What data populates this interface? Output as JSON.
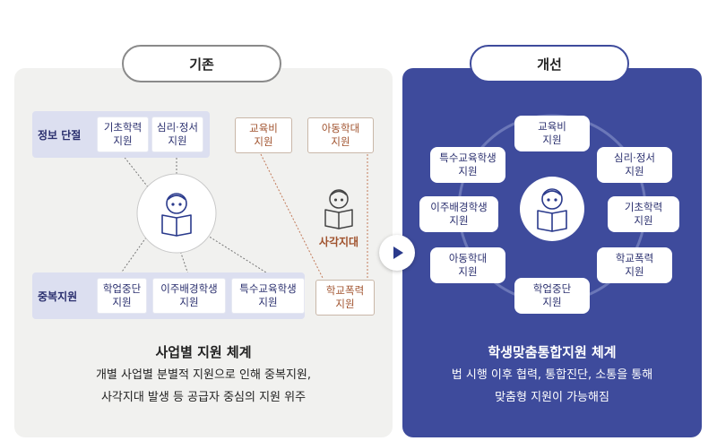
{
  "before": {
    "pill_label": "기존",
    "info_group_label": "정보 단절",
    "dup_group_label": "중복지원",
    "info_boxes": [
      "기초학력\n지원",
      "심리·정서\n지원"
    ],
    "dup_boxes": [
      "학업중단\n지원",
      "이주배경학생\n지원",
      "특수교육학생\n지원"
    ],
    "gap_boxes": [
      "교육비\n지원",
      "아동학대\n지원",
      "학교폭력\n지원"
    ],
    "gap_label": "사각지대",
    "title": "사업별 지원 체계",
    "description": "개별 사업별 분별적 지원으로 인해 중복지원,\n사각지대 발생 등 공급자 중심의 지원 위주"
  },
  "after": {
    "pill_label": "개선",
    "nodes": [
      "교육비\n지원",
      "심리·정서\n지원",
      "기초학력\n지원",
      "학교폭력\n지원",
      "학업중단\n지원",
      "아동학대\n지원",
      "이주배경학생\n지원",
      "특수교육학생\n지원"
    ],
    "title": "학생맞춤통합지원 체계",
    "description": "법 시행 이후 협력, 통합진단, 소통을 통해\n맞춤형 지원이 가능해짐"
  },
  "colors": {
    "navy": "#3e4b9c",
    "orange": "#a0522d",
    "panel_gray": "#f1f1ef"
  },
  "icons": [
    "student-reading-icon",
    "next-arrow-icon"
  ]
}
